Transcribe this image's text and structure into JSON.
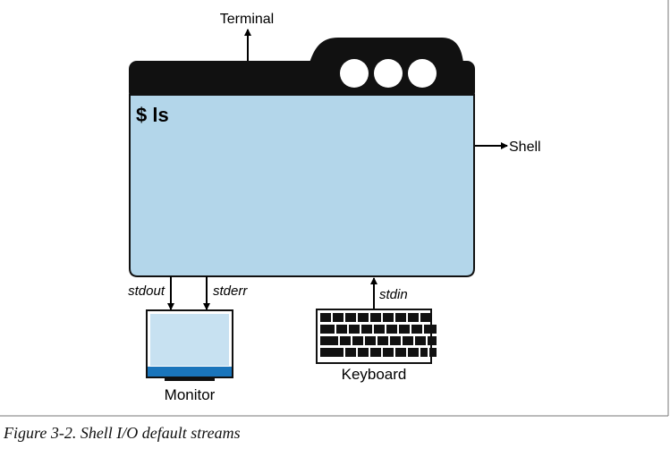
{
  "labels": {
    "terminal": "Terminal",
    "shell": "Shell",
    "prompt": "$ ls",
    "stdout": "stdout",
    "stderr": "stderr",
    "stdin": "stdin",
    "monitor": "Monitor",
    "keyboard": "Keyboard"
  },
  "caption": "Figure 3-2. Shell I/O default streams",
  "colors": {
    "window_body": "#b3d6ea",
    "window_bar": "#111111",
    "monitor_screen": "#c7e1f1",
    "monitor_bezel": "#1a75bb",
    "ink": "#000000",
    "frame_border": "#777777"
  }
}
